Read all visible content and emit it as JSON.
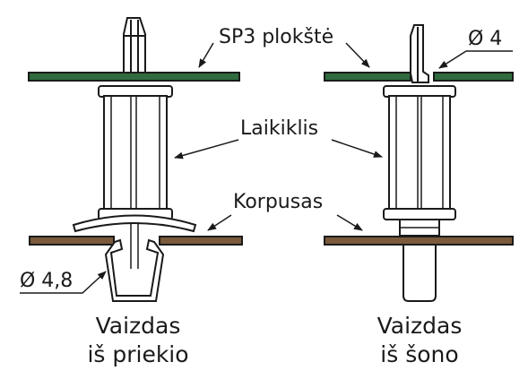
{
  "labels": {
    "plate": "SP3 plokštė",
    "hole_diameter": "Ø 4",
    "holder": "Laikiklis",
    "housing": "Korpusas",
    "clip_diameter": "Ø 4,8",
    "front_view_line1": "Vaizdas",
    "front_view_line2": "iš priekio",
    "side_view_line1": "Vaizdas",
    "side_view_line2": "iš šono"
  },
  "colors": {
    "plate": "#2f6b3e",
    "housing": "#7a5a3a",
    "outline": "#1a1a1a"
  }
}
